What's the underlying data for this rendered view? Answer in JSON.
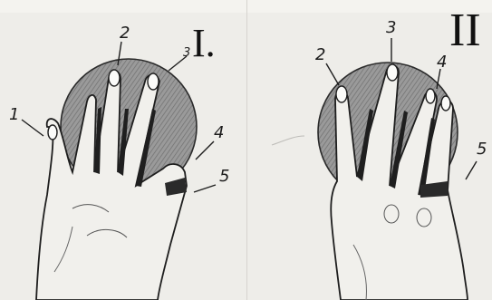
{
  "figure": {
    "panel_left": {
      "numeral": "I.",
      "labels": [
        "1",
        "2",
        "3",
        "4",
        "5"
      ]
    },
    "panel_right": {
      "numeral": "II",
      "labels": [
        "2",
        "3",
        "4",
        "5"
      ]
    },
    "colors": {
      "paper": "#eeede9",
      "ball_shading": "#8e8e8e",
      "ink": "#1c1c1c"
    }
  }
}
